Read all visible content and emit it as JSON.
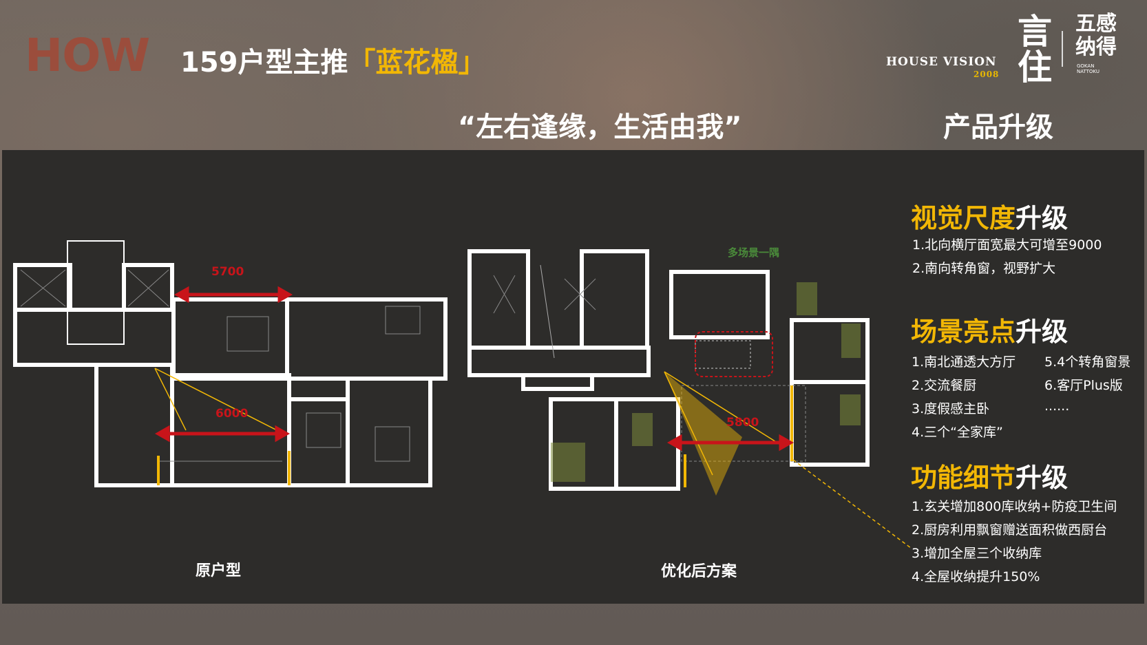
{
  "header": {
    "how": "HOW",
    "title_main": "159户型主推",
    "title_highlight": "「蓝花楹」",
    "slogan": "“左右逢缘，生活由我”",
    "section": "产品升级",
    "logo": {
      "brand_en": "HOUSE VISION",
      "year": "2008",
      "brand_cn": "言住",
      "partner_cn": "五感纳得",
      "partner_en": "GOKAN NATTOKU"
    }
  },
  "plans": {
    "original": {
      "label": "原户型",
      "dim_north": "5700",
      "dim_south": "6000"
    },
    "optimized": {
      "label": "优化后方案",
      "dim_south": "5800",
      "note": "多场景一隅"
    }
  },
  "sections": [
    {
      "title_hl": "视觉尺度",
      "title_rest": "升级",
      "items": [
        "1.北向横厅面宽最大可增至9000",
        "2.南向转角窗，视野扩大"
      ]
    },
    {
      "title_hl": "场景亮点",
      "title_rest": "升级",
      "items": [
        "1.南北通透大方厅",
        "2.交流餐厨",
        "3.度假感主卧",
        "4.三个“全家库”"
      ],
      "items_col2": [
        "5.4个转角窗景",
        "6.客厅Plus版",
        "......"
      ]
    },
    {
      "title_hl": "功能细节",
      "title_rest": "升级",
      "items": [
        "1.玄关增加800库收纳+防疫卫生间",
        "2.厨房利用飘窗赠送面积做西厨台",
        "3.增加全屋三个收纳库",
        "4.全屋收纳提升150%"
      ]
    }
  ],
  "colors": {
    "accent": "#f2b705",
    "how": "#a04a38",
    "dimension": "#c8141a",
    "note": "#4a8a3a",
    "panel": "#2d2c2a"
  }
}
